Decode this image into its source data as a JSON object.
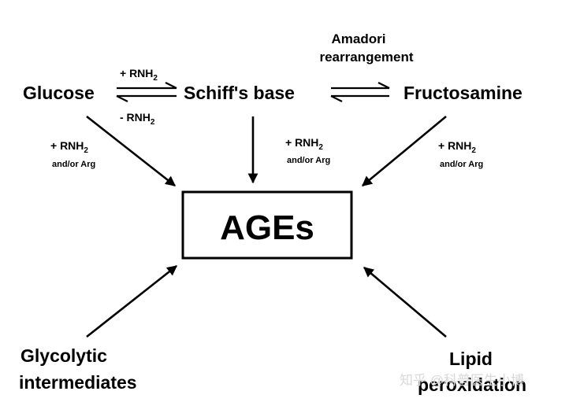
{
  "nodes": {
    "glucose": "Glucose",
    "schiff_base": "Schiff's base",
    "fructosamine": "Fructosamine",
    "ages": "AGEs",
    "glycolytic_line1": "Glycolytic",
    "glycolytic_line2": "intermediates",
    "lipid_line1": "Lipid",
    "lipid_line2": "peroxidation"
  },
  "labels": {
    "amadori_line1": "Amadori",
    "amadori_line2": "rearrangement",
    "plus_rnh2_top": "+ RNH",
    "minus_rnh2": "- RNH",
    "plus_rnh2_left": "+ RNH",
    "plus_rnh2_center": "+ RNH",
    "plus_rnh2_right": "+ RNH",
    "subscript_2": "2",
    "and_or_arg": "and/or Arg"
  },
  "watermark": "知乎 @科普医生小博"
}
